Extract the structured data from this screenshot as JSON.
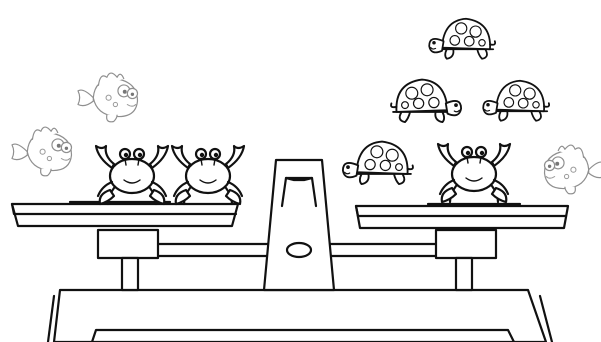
{
  "scene": {
    "left_pan": {
      "items": [
        {
          "kind": "fish",
          "count": 2
        },
        {
          "kind": "crab",
          "count": 2
        }
      ]
    },
    "right_pan": {
      "items": [
        {
          "kind": "turtle",
          "count": 4
        },
        {
          "kind": "crab",
          "count": 1
        },
        {
          "kind": "fish",
          "count": 1
        }
      ]
    },
    "icons": [
      "balance-scale-icon",
      "fish-icon",
      "crab-icon",
      "turtle-icon"
    ],
    "colors": {
      "line": "#111111",
      "fill": "#ffffff",
      "faded_line": "#9a9a9a"
    }
  }
}
